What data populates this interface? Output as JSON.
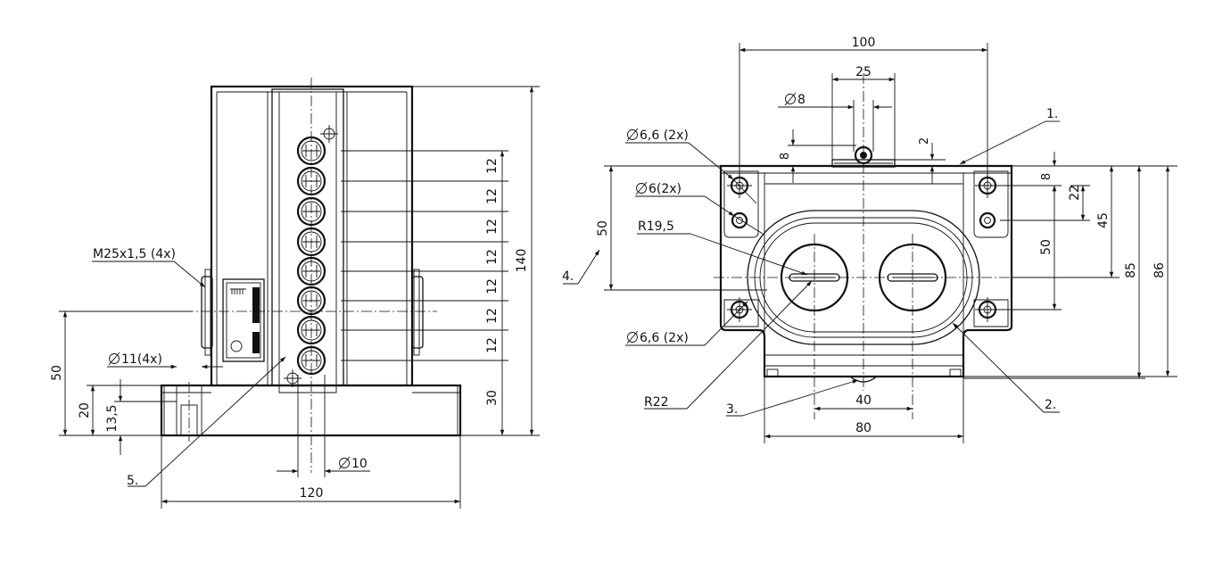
{
  "left_view": {
    "dims": {
      "pitch": [
        "12",
        "12",
        "12",
        "12",
        "12",
        "12",
        "12"
      ],
      "d30": "30",
      "d140": "140",
      "d50": "50",
      "d20": "20",
      "d13_5": "13,5",
      "d120": "120",
      "phi10": "10",
      "phi11": "11(4x)",
      "thread": "M25x1,5 (4x)"
    },
    "callouts": {
      "c5": "5."
    }
  },
  "right_view": {
    "dims": {
      "d100": "100",
      "d25": "25",
      "phi8": "8",
      "d8_top": "8",
      "d2": "2",
      "phi6_6_top": "6,6 (2x)",
      "phi6": "6(2x)",
      "r19_5": "R19,5",
      "phi6_6_bot": "6,6 (2x)",
      "r22": "R22",
      "d50_left": "50",
      "d40": "40",
      "d80": "80",
      "d8_right": "8",
      "d22": "22",
      "d50_right": "50",
      "d45": "45",
      "d85": "85",
      "d86": "86"
    },
    "callouts": {
      "c1": "1.",
      "c2": "2.",
      "c3": "3.",
      "c4": "4."
    }
  }
}
